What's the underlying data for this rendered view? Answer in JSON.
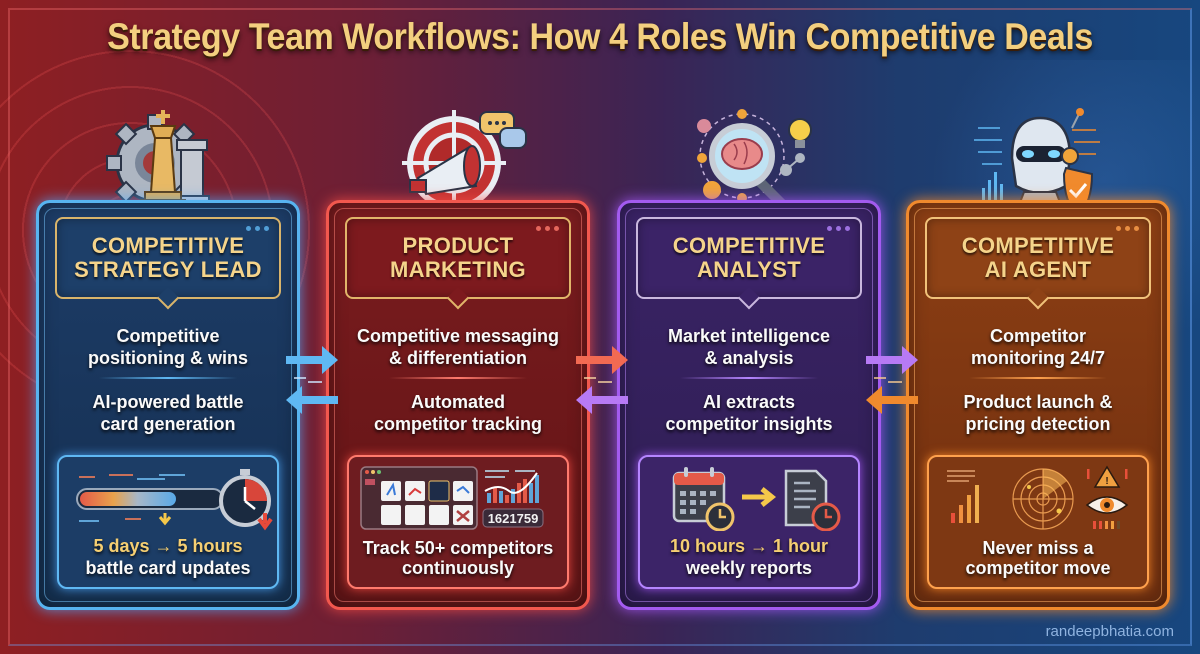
{
  "title": "Strategy Team Workflows: How 4 Roles Win Competitive Deals",
  "watermark": "randeepbhatia.com",
  "colors": {
    "title_gold": "#f3cf7f",
    "card_1_blue": "#58b4f0",
    "card_2_red": "#f2584e",
    "card_3_purple": "#a35bf0",
    "card_4_orange": "#f08a2d",
    "metric_gold": "#f5cf72"
  },
  "roles": [
    {
      "icon": "chess-king-gear-icon",
      "title_line1": "COMPETITIVE",
      "title_line2": "STRATEGY LEAD",
      "desc1_line1": "Competitive",
      "desc1_line2": "positioning & wins",
      "desc2_line1": "AI-powered battle",
      "desc2_line2": "card generation",
      "panel_icon": "progress-bar-stopwatch-icon",
      "metric": "5 days → 5 hours",
      "metric_sub": "battle card updates"
    },
    {
      "icon": "megaphone-target-icon",
      "title_line1": "PRODUCT",
      "title_line2": "MARKETING",
      "desc1_line1": "Competitive messaging",
      "desc1_line2": "& differentiation",
      "desc2_line1": "Automated",
      "desc2_line2": "competitor tracking",
      "panel_icon": "dashboard-logos-chart-icon",
      "panel_counter": "1621759",
      "metric_line1": "Track 50+ competitors",
      "metric_line2": "continuously"
    },
    {
      "icon": "brain-magnifier-icon",
      "title_line1": "COMPETITIVE",
      "title_line2": "ANALYST",
      "desc1_line1": "Market intelligence",
      "desc1_line2": "& analysis",
      "desc2_line1": "AI extracts",
      "desc2_line2": "competitor insights",
      "panel_icon": "calendar-to-report-icon",
      "metric": "10 hours → 1 hour",
      "metric_sub": "weekly reports"
    },
    {
      "icon": "robot-shield-icon",
      "title_line1": "COMPETITIVE",
      "title_line2": "AI AGENT",
      "desc1_line1": "Competitor",
      "desc1_line2": "monitoring 24/7",
      "desc2_line1": "Product launch &",
      "desc2_line2": "pricing detection",
      "panel_icon": "radar-alert-eye-icon",
      "metric_line1": "Never miss a",
      "metric_line2": "competitor move"
    }
  ]
}
